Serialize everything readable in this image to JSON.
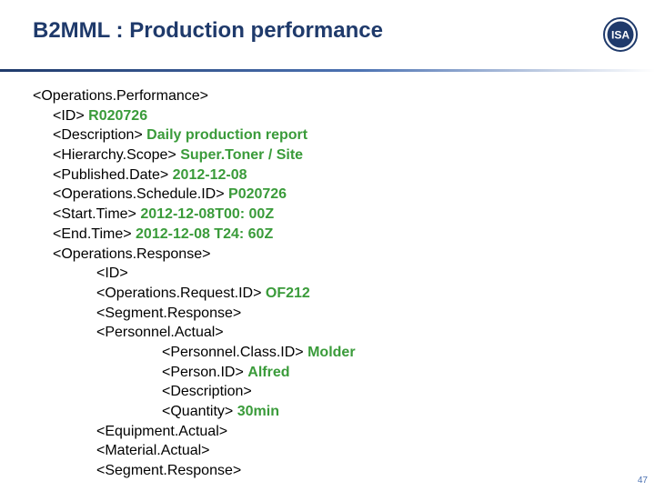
{
  "slide": {
    "title": "B2MML : Production performance",
    "logo_text": "ISA",
    "page_number": "47"
  },
  "colors": {
    "title": "#1f3a6b",
    "value": "#3a9b3a",
    "rule": "#1f3a6b"
  },
  "lines": [
    {
      "level": 0,
      "tag": "<Operations.Performance>",
      "value": ""
    },
    {
      "level": 1,
      "tag": "<ID>",
      "value": "R020726"
    },
    {
      "level": 1,
      "tag": "<Description>",
      "value": "Daily production report"
    },
    {
      "level": 1,
      "tag": "<Hierarchy.Scope>",
      "value": "Super.Toner / Site"
    },
    {
      "level": 1,
      "tag": "<Published.Date>",
      "value": "2012-12-08"
    },
    {
      "level": 1,
      "tag": "<Operations.Schedule.ID>",
      "value": "P020726"
    },
    {
      "level": 1,
      "tag": "<Start.Time>",
      "value": "2012-12-08T00: 00Z"
    },
    {
      "level": 1,
      "tag": "<End.Time>",
      "value": "2012-12-08 T24: 60Z"
    },
    {
      "level": 1,
      "tag": "<Operations.Response>",
      "value": ""
    },
    {
      "level": 2,
      "tag": "<ID>",
      "value": ""
    },
    {
      "level": 2,
      "tag": "<Operations.Request.ID>",
      "value": "OF212"
    },
    {
      "level": 2,
      "tag": "<Segment.Response>",
      "value": ""
    },
    {
      "level": 2,
      "tag": "<Personnel.Actual>",
      "value": ""
    },
    {
      "level": 3,
      "tag": "<Personnel.Class.ID>",
      "value": "Molder"
    },
    {
      "level": 3,
      "tag": "<Person.ID>",
      "value": "Alfred"
    },
    {
      "level": 3,
      "tag": "<Description>",
      "value": ""
    },
    {
      "level": 3,
      "tag": "<Quantity>",
      "value": "30min"
    },
    {
      "level": 2,
      "tag": "<Equipment.Actual>",
      "value": ""
    },
    {
      "level": 2,
      "tag": "<Material.Actual>",
      "value": ""
    },
    {
      "level": 2,
      "tag": "<Segment.Response>",
      "value": ""
    }
  ]
}
